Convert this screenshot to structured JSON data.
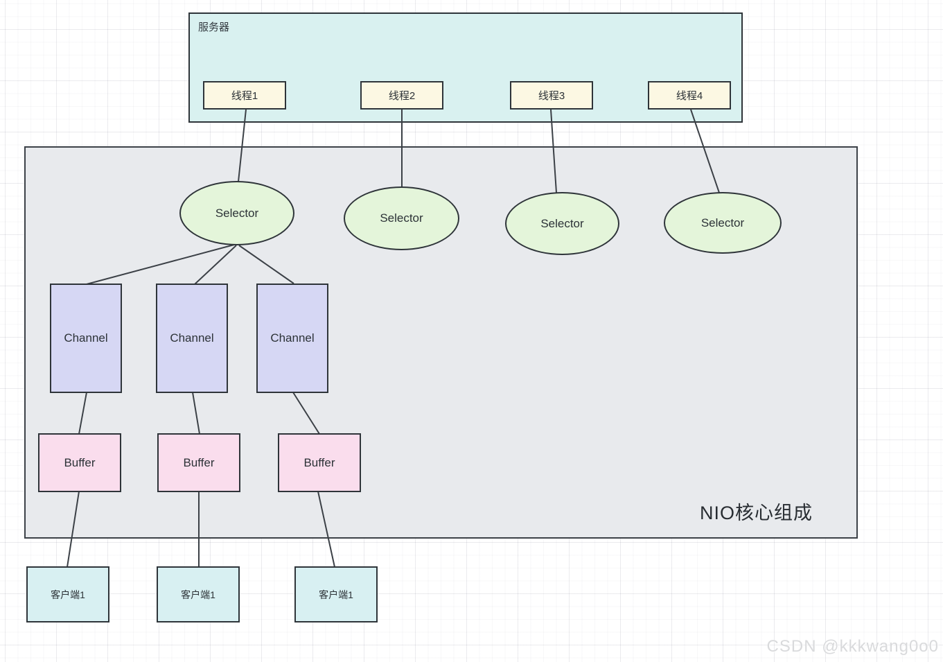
{
  "server": {
    "label": "服务器",
    "threads": [
      "线程1",
      "线程2",
      "线程3",
      "线程4"
    ]
  },
  "nio": {
    "label": "NIO核心组成",
    "selectors": [
      "Selector",
      "Selector",
      "Selector",
      "Selector"
    ],
    "channels": [
      "Channel",
      "Channel",
      "Channel"
    ],
    "buffers": [
      "Buffer",
      "Buffer",
      "Buffer"
    ]
  },
  "clients": [
    "客户端1",
    "客户端1",
    "客户端1"
  ],
  "watermark": "CSDN @kkkwang0o0",
  "colors": {
    "server_fill": "#d9f1f0",
    "thread_fill": "#fcf8e3",
    "nio_fill": "#e8eaed",
    "selector_fill": "#e4f5da",
    "channel_fill": "#d6d7f4",
    "buffer_fill": "#fadded",
    "client_fill": "#d8f0f2",
    "shape_border": "#2e3439",
    "connector": "#3b4046",
    "watermark_color": "#d9dadc"
  }
}
